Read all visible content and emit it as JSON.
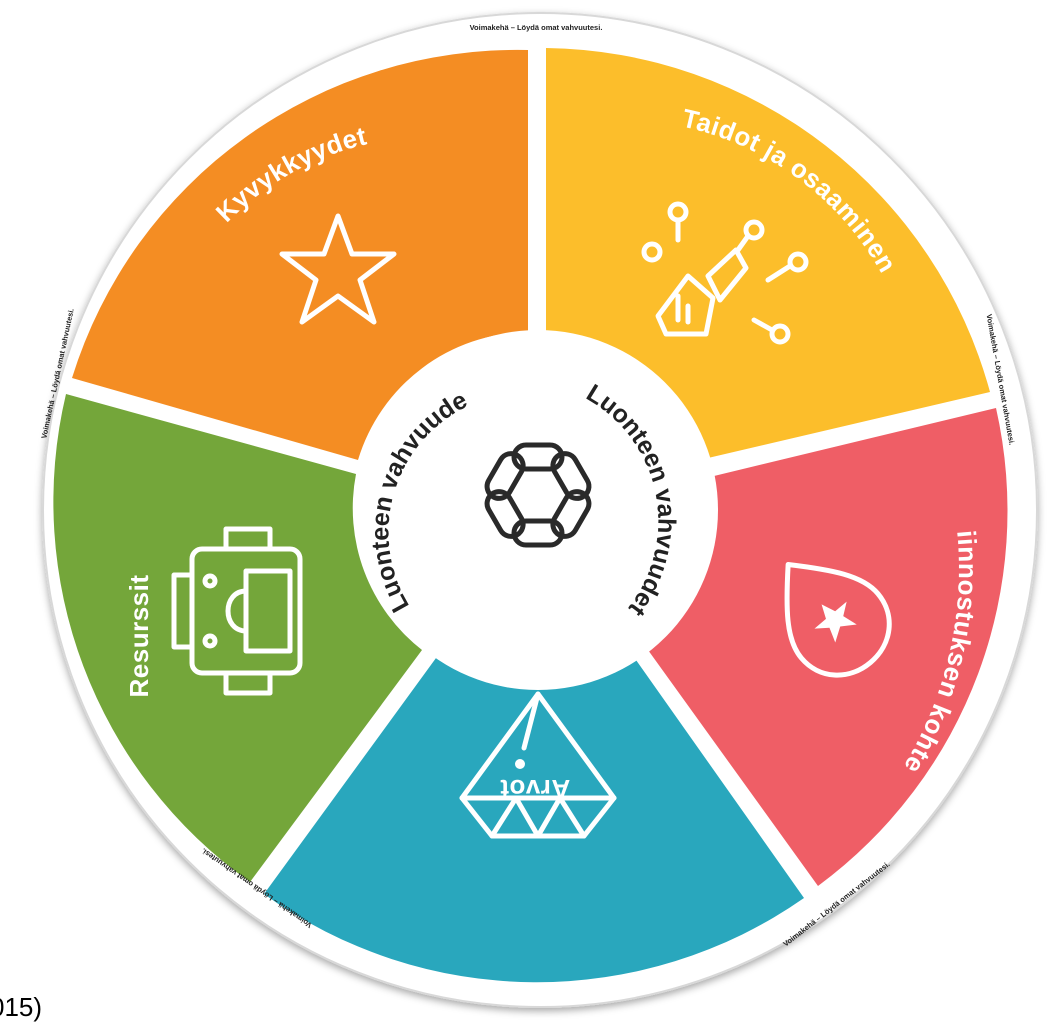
{
  "colors": {
    "kyvykkyydet": "#F48D23",
    "taidot": "#FCBE2B",
    "kiinnostus": "#EF5E66",
    "arvot": "#29A7BD",
    "resurssit": "#74A63A",
    "rim": "#ffffff",
    "hub": "#ffffff"
  },
  "segments": [
    {
      "id": "kyvykkyydet",
      "label": "Kyvykkyydet",
      "icon": "star-icon"
    },
    {
      "id": "taidot",
      "label": "Taidot ja osaaminen",
      "icon": "skills-figure-icon"
    },
    {
      "id": "kiinnostus",
      "label": "Kiinnostuksen kohteet",
      "icon": "star-drop-icon"
    },
    {
      "id": "arvot",
      "label": "Arvot",
      "icon": "diamond-icon"
    },
    {
      "id": "resurssit",
      "label": "Resurssit",
      "icon": "backpack-icon"
    }
  ],
  "hub": {
    "label_left": "Luonteen vahvuudet",
    "label_right": "Luonteen vahvuudet",
    "icon": "chain-ring-icon"
  },
  "rim_text": "Voimakehä – Löydä omat vahvuutesi.",
  "citation": "015)"
}
